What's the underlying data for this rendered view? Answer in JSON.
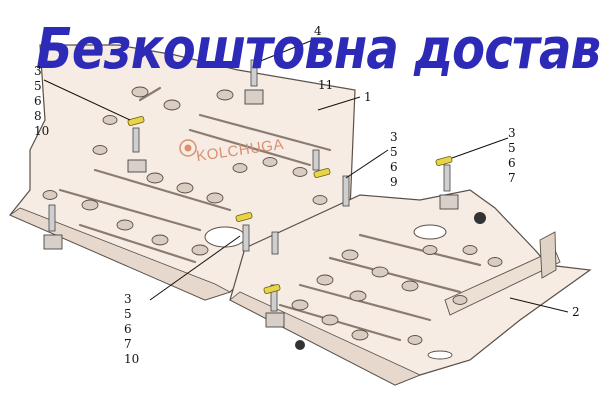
{
  "banner": "Безкоштовна доставка",
  "logo": "KOLCHUGA",
  "callouts": {
    "top_left": [
      "3",
      "5",
      "6",
      "8",
      "10"
    ],
    "part_4": "4",
    "part_11": "11",
    "part_1": "1",
    "center": [
      "3",
      "5",
      "6",
      "9"
    ],
    "right": [
      "3",
      "5",
      "6",
      "7"
    ],
    "bottom_left": [
      "3",
      "5",
      "6",
      "7",
      "10"
    ],
    "part_2": "2"
  },
  "colors": {
    "banner": "#2e2ab8",
    "plate_fill": "#f6ece4",
    "plate_stroke": "#5a5048",
    "brace": "#e8d44a"
  }
}
